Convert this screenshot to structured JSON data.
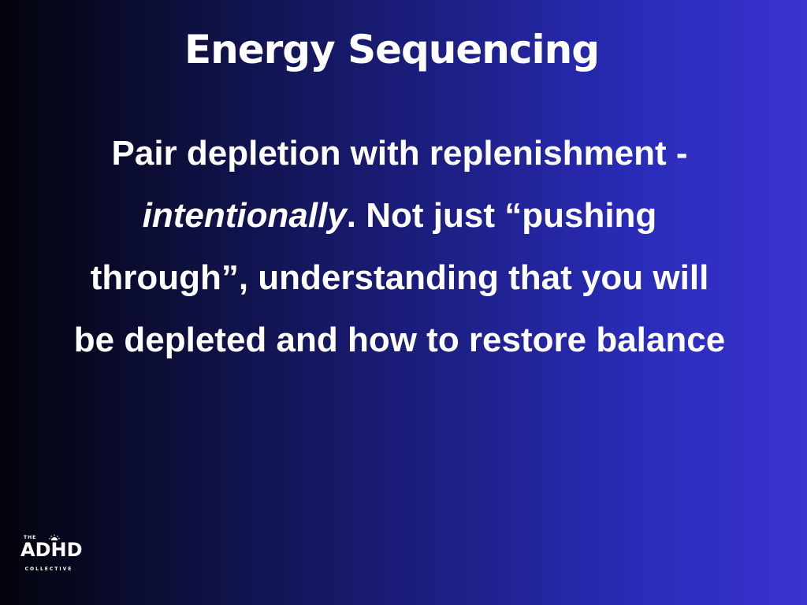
{
  "slide": {
    "title": "Energy Sequencing",
    "body": {
      "part1": "Pair depletion with replenishment - ",
      "emphasis": "intentionally",
      "part2": ". Not just “pushing through”, understanding that you will be depleted and how to restore balance"
    }
  },
  "logo": {
    "top": "THE",
    "main": "ADHD",
    "bottom": "COLLECTIVE",
    "icon": "sunrise-icon"
  },
  "colors": {
    "background_left": "#03030c",
    "background_right": "#3a33cf",
    "text": "#ffffff"
  }
}
